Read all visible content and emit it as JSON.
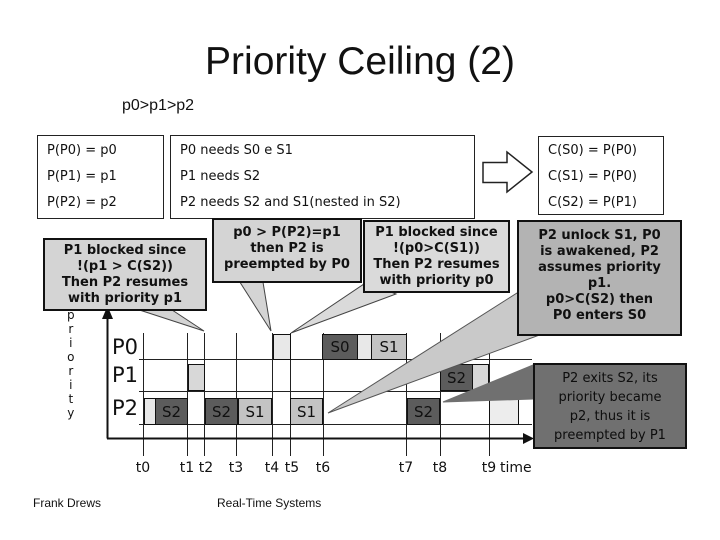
{
  "slide": {
    "title": "Priority Ceiling (2)",
    "subtitle": "p0>p1>p2",
    "footer_left": "Frank Drews",
    "footer_center": "Real-Time Systems"
  },
  "boxes": {
    "priorities": {
      "lines": [
        "P(P0) = p0",
        "P(P1) = p1",
        "P(P2) = p2"
      ]
    },
    "needs": {
      "lines": [
        "P0 needs S0 e S1",
        "P1 needs S2",
        "P2 needs S2 and S1(nested in S2)"
      ]
    },
    "ceilings": {
      "lines": [
        "C(S0) = P(P0)",
        "C(S1) = P(P0)",
        "C(S2) = P(P1)"
      ]
    }
  },
  "arrow_icon": "right-block-arrow",
  "callouts": [
    {
      "lines": [
        "P1 blocked since",
        "!(p1 > C(S2))",
        "Then P2 resumes",
        "with priority p1"
      ]
    },
    {
      "lines": [
        "p0 > P(P2)=p1",
        "then P2 is",
        "preempted by P0"
      ]
    },
    {
      "lines": [
        "P1 blocked since",
        "!(p0>C(S1))",
        "Then P2 resumes",
        "with priority p0"
      ]
    },
    {
      "lines": [
        "P2 unlock S1, P0",
        "is awakened, P2",
        "assumes priority",
        "p1.",
        "p0>C(S2) then",
        "P0 enters S0"
      ]
    },
    {
      "lines": [
        "P2 exits S2, its",
        "priority became",
        "p2, thus it is",
        "preempted by P1"
      ]
    }
  ],
  "chart": {
    "type": "gantt-schedule",
    "y_axis_label": "priority",
    "y_axis_letters": [
      "p",
      "r",
      "i",
      "o",
      "r",
      "i",
      "t",
      "y"
    ],
    "x_axis_label": "time",
    "rows": [
      "P0",
      "P1",
      "P2"
    ],
    "ticks": [
      "t0",
      "t1",
      "t2",
      "t3",
      "t4",
      "t5",
      "t6",
      "t7",
      "t8",
      "t9"
    ],
    "bars": [
      {
        "row": "P0",
        "label": "",
        "interval": "t4-t5",
        "shade": "light"
      },
      {
        "row": "P0",
        "label": "S0",
        "interval": "t6+",
        "shade": "dark"
      },
      {
        "row": "P0",
        "label": "",
        "interval": "after S0",
        "shade": "light"
      },
      {
        "row": "P0",
        "label": "S1",
        "interval": "-t7",
        "shade": "medium"
      },
      {
        "row": "P1",
        "label": "",
        "interval": "t1-t2",
        "shade": "light"
      },
      {
        "row": "P1",
        "label": "S2",
        "interval": "t8+",
        "shade": "dark"
      },
      {
        "row": "P1",
        "label": "",
        "interval": "-t9",
        "shade": "light"
      },
      {
        "row": "P2",
        "label": "",
        "interval": "t0+",
        "shade": "light"
      },
      {
        "row": "P2",
        "label": "S2",
        "interval": "-t1",
        "shade": "dark"
      },
      {
        "row": "P2",
        "label": "S2",
        "interval": "t2-t3",
        "shade": "dark"
      },
      {
        "row": "P2",
        "label": "S1",
        "interval": "t3-t4",
        "shade": "medium"
      },
      {
        "row": "P2",
        "label": "S1",
        "interval": "t5-t6",
        "shade": "medium"
      },
      {
        "row": "P2",
        "label": "S2",
        "interval": "t7-t8",
        "shade": "dark"
      },
      {
        "row": "P2",
        "label": "",
        "interval": "t9+",
        "shade": "light"
      }
    ]
  }
}
